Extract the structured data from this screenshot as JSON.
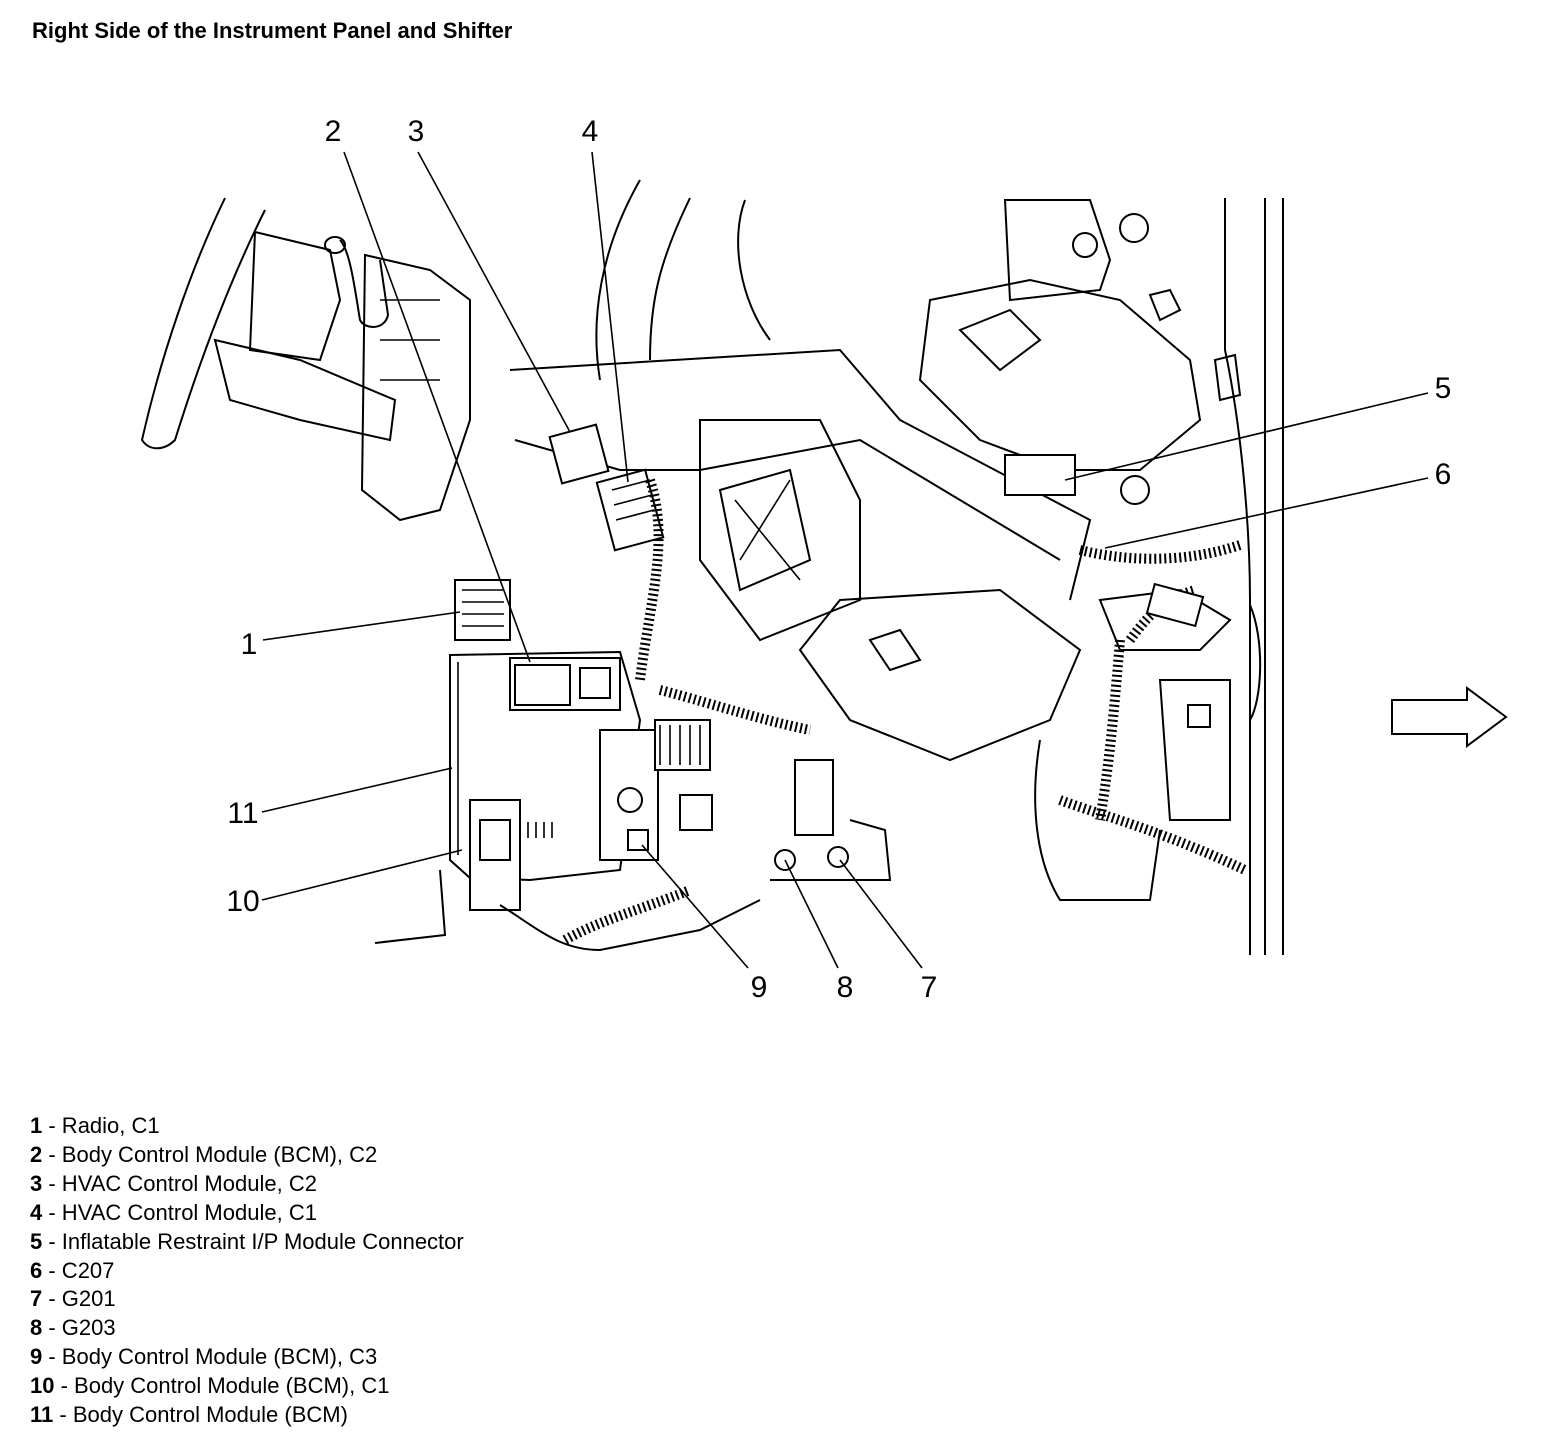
{
  "title": "Right Side of the Instrument Panel and Shifter",
  "callouts": [
    "1",
    "2",
    "3",
    "4",
    "5",
    "6",
    "7",
    "8",
    "9",
    "10",
    "11"
  ],
  "legend": [
    {
      "num": "1",
      "text": " - Radio, C1"
    },
    {
      "num": "2",
      "text": " - Body Control Module (BCM), C2"
    },
    {
      "num": "3",
      "text": " - HVAC Control Module, C2"
    },
    {
      "num": "4",
      "text": " - HVAC Control Module, C1"
    },
    {
      "num": "5",
      "text": " - Inflatable Restraint I/P Module Connector"
    },
    {
      "num": "6",
      "text": " - C207"
    },
    {
      "num": "7",
      "text": " - G201"
    },
    {
      "num": "8",
      "text": " - G203"
    },
    {
      "num": "9",
      "text": " - Body Control Module (BCM), C3"
    },
    {
      "num": "10",
      "text": " - Body Control Module (BCM), C1"
    },
    {
      "num": "11",
      "text": " - Body Control Module (BCM)"
    }
  ]
}
